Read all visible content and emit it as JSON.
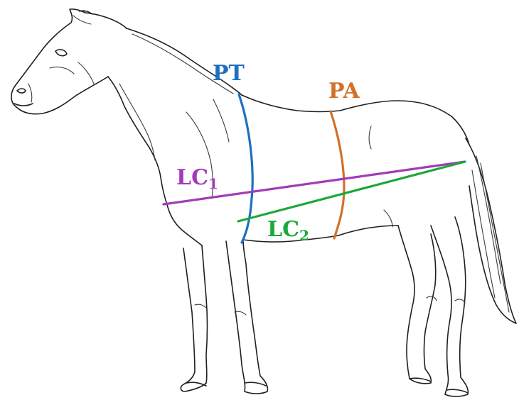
{
  "diagram": {
    "subject": "horse-outline-drawing",
    "measurements": [
      {
        "id": "pt",
        "label": "PT",
        "subscript": "",
        "color": "#1f6fbf"
      },
      {
        "id": "pa",
        "label": "PA",
        "subscript": "",
        "color": "#d2712a"
      },
      {
        "id": "lc1",
        "label": "LC",
        "subscript": "1",
        "color": "#a23bb8"
      },
      {
        "id": "lc2",
        "label": "LC",
        "subscript": "2",
        "color": "#1ca83a"
      }
    ]
  }
}
